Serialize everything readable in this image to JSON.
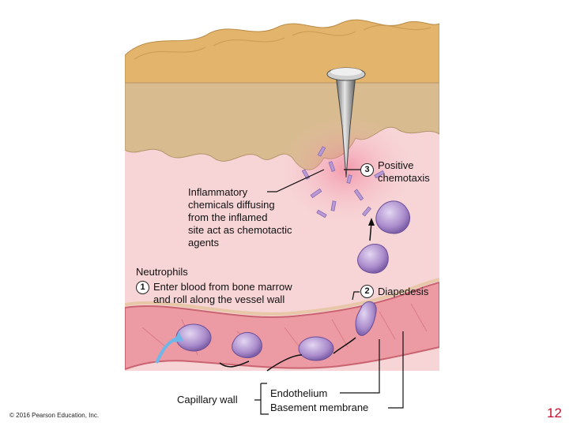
{
  "labels": {
    "inflammatory": "Inflammatory\nchemicals diffusing\nfrom the inflamed\nsite act as chemotactic\nagents",
    "neutrophils": "Neutrophils",
    "step1_num": "1",
    "step1_text": "Enter blood from bone marrow\nand roll along the vessel wall",
    "step2_num": "2",
    "step2_text": "Diapedesis",
    "step3_num": "3",
    "step3_text": "Positive\nchemotaxis",
    "capillary_wall": "Capillary wall",
    "endothelium": "Endothelium",
    "basement_membrane": "Basement membrane"
  },
  "footer": {
    "copyright": "© 2016 Pearson Education, Inc.",
    "page_number": "12"
  },
  "colors": {
    "skin_top": "#e6b86f",
    "dermis": "#d9b98a",
    "tissue_pink": "#f5c6cc",
    "vessel": "#e8909a",
    "neutrophil": "#9b7fc0",
    "accent_red": "#c8102e"
  }
}
